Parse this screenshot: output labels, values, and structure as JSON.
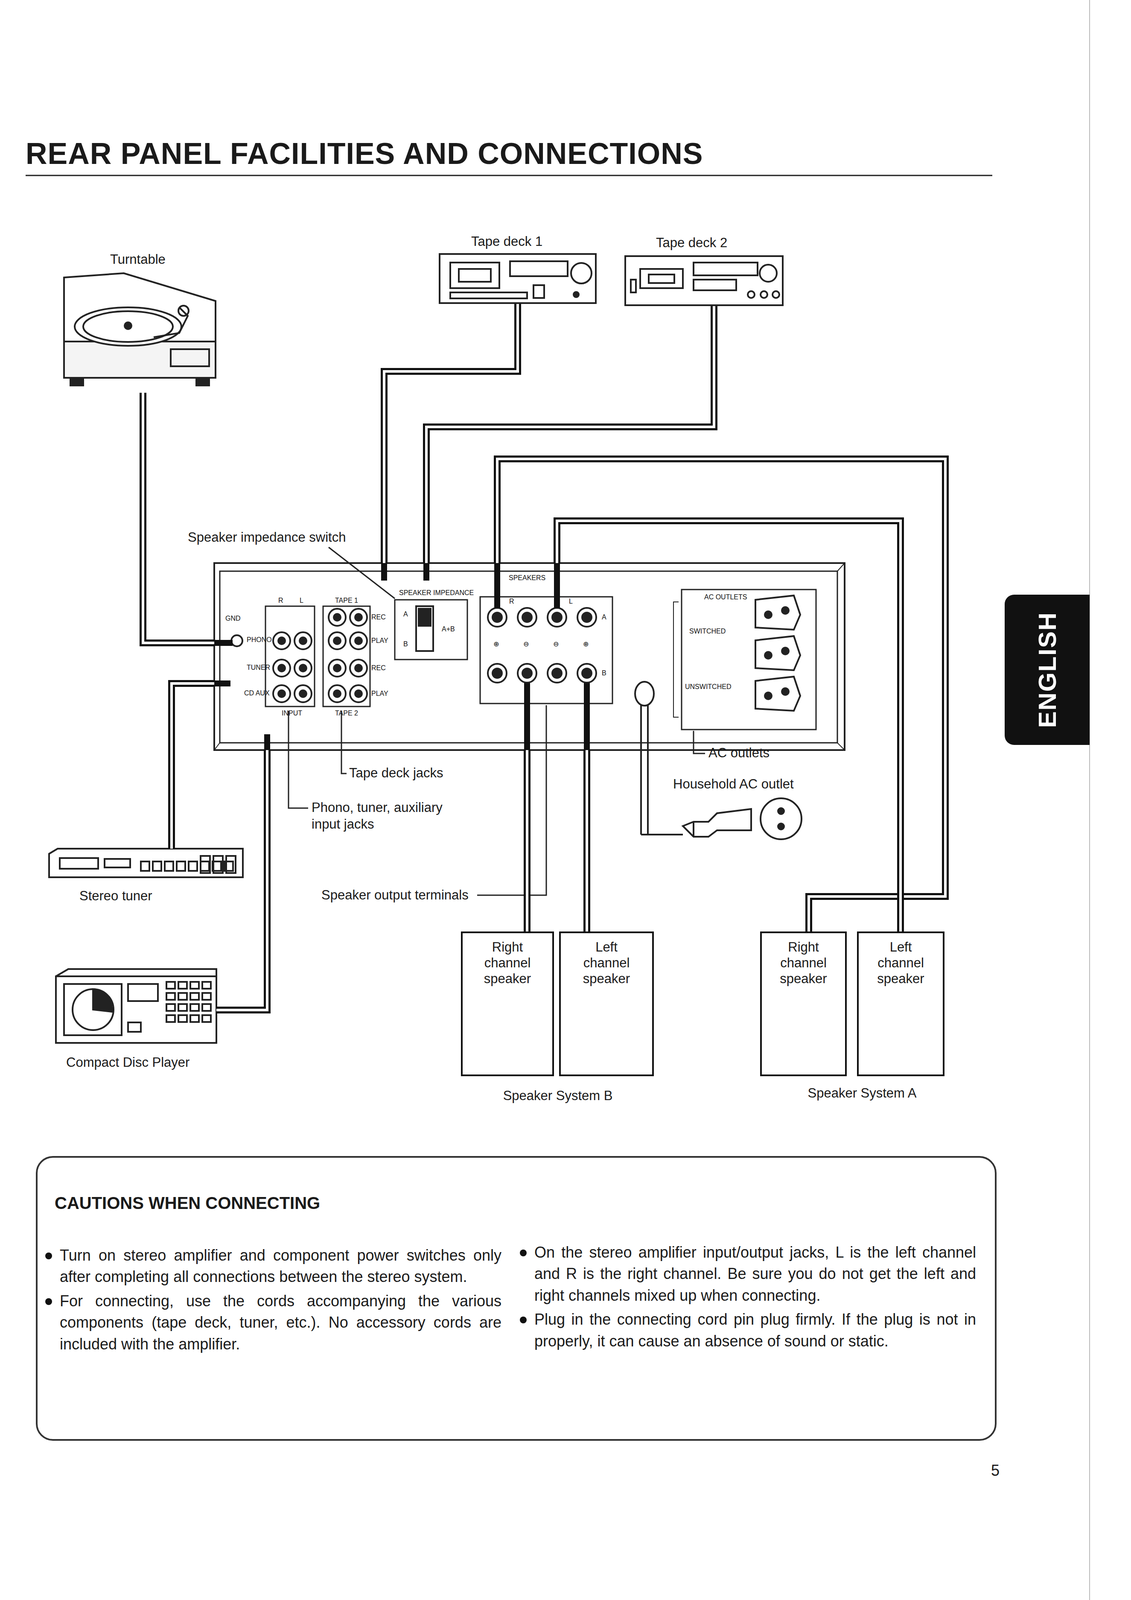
{
  "diagram": {
    "title": "REAR PANEL FACILITIES AND CONNECTIONS",
    "nodes": [
      {
        "text": [
          "Turntable"
        ]
      },
      {
        "text": [
          "Tape deck 1"
        ]
      },
      {
        "text": [
          "Tape deck 2"
        ]
      },
      {
        "text": [
          "GND",
          "R",
          "L",
          "PHONO",
          "TUNER",
          "CD AUX",
          "INPUT",
          "TAPE 1",
          "REC",
          "PLAY",
          "REC",
          "PLAY",
          "TAPE 2",
          "SPEAKER IMPEDANCE",
          "A",
          "B",
          "A+B",
          "SPEAKERS",
          "R",
          "L",
          "A",
          "B",
          "⊕",
          "⊖",
          "⊖",
          "⊕",
          "AC OUTLETS",
          "SWITCHED",
          "UNSWITCHED"
        ]
      },
      {
        "text": [
          "Stereo tuner"
        ]
      },
      {
        "text": [
          "Compact Disc Player"
        ]
      },
      {
        "text": [
          "Right channel speaker"
        ]
      },
      {
        "text": [
          "Left channel speaker"
        ]
      },
      {
        "text": [
          "Right channel speaker"
        ]
      },
      {
        "text": [
          "Left channel speaker"
        ]
      },
      {
        "text": [
          "CAUTIONS WHEN CONNECTING",
          "Turn on stereo amplifier and component power switches only after completing all connections between the stereo system.",
          "For connecting, use the cords accompanying the various components (tape deck, tuner, etc.). No accessory cords are included with the amplifier.",
          "On the stereo amplifier input/output jacks, L is the left channel and R is the right channel. Be sure you do not get the left and right channels mixed up when connecting.",
          "Plug in the connecting cord pin plug firmly. If the plug is not in properly, it can cause an absence of sound or static."
        ]
      },
      {
        "text": [
          "ENGLISH"
        ]
      }
    ],
    "edges": [
      {
        "from": 0,
        "to": 3,
        "arrow": "none"
      },
      {
        "from": 1,
        "to": 3,
        "arrow": "none"
      },
      {
        "from": 2,
        "to": 3,
        "arrow": "none"
      },
      {
        "from": 4,
        "to": 3,
        "arrow": "none"
      },
      {
        "from": 5,
        "to": 3,
        "arrow": "none"
      },
      {
        "from": 3,
        "to": 6,
        "arrow": "none"
      },
      {
        "from": 3,
        "to": 7,
        "arrow": "none"
      },
      {
        "from": 3,
        "to": 8,
        "arrow": "none"
      },
      {
        "from": 3,
        "to": 9,
        "arrow": "none"
      }
    ],
    "labels": [
      "Speaker impedance switch",
      "Tape deck jacks",
      "Phono, tuner, auxiliary input jacks",
      "Speaker output terminals",
      "AC outlets",
      "Household AC outlet",
      "Speaker System B",
      "Speaker System A",
      "5"
    ]
  }
}
